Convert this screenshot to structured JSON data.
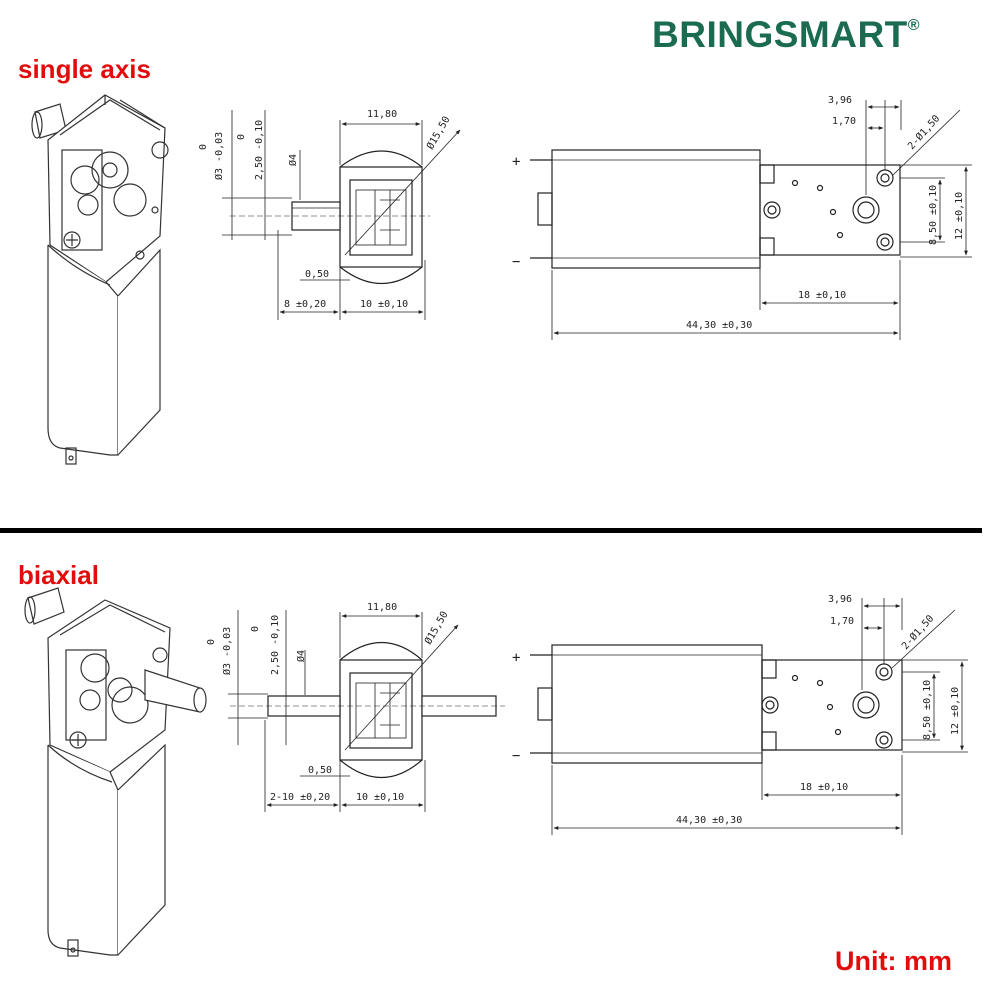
{
  "brand": {
    "name": "BRINGSMART",
    "mark": "®"
  },
  "unit_note": "Unit: mm",
  "sections": [
    {
      "title": "single axis",
      "dims": {
        "width_11_80": "11,80",
        "dia_15_50": "Ø15,50",
        "shaft_dia3_tol_top": "0",
        "shaft_dia3": "Ø3 -0,03",
        "flat_tol_top": "0",
        "flat_2_50": "2,50 -0,10",
        "dia_4": "Ø4",
        "offset_0_50": "0,50",
        "shaft_len": "8 ±0,20",
        "hub_len": "10 ±0,10",
        "d_3_96": "3,96",
        "d_1_70": "1,70",
        "holes": "2-Ø1,50",
        "d_8_50": "8,50 ±0,10",
        "d_12": "12 ±0,10",
        "d_18": "18 ±0,10",
        "d_44_30": "44,30 ±0,30",
        "plus": "+",
        "minus": "−"
      }
    },
    {
      "title": "biaxial",
      "dims": {
        "width_11_80": "11,80",
        "dia_15_50": "Ø15,50",
        "shaft_dia3_tol_top": "0",
        "shaft_dia3": "Ø3 -0,03",
        "flat_tol_top": "0",
        "flat_2_50": "2,50 -0,10",
        "dia_4": "Ø4",
        "offset_0_50": "0,50",
        "shaft_len": "2-10 ±0,20",
        "hub_len": "10 ±0,10",
        "d_3_96": "3,96",
        "d_1_70": "1,70",
        "holes": "2-Ø1,50",
        "d_8_50": "8,50 ±0,10",
        "d_12": "12 ±0,10",
        "d_18": "18 ±0,10",
        "d_44_30": "44,30 ±0,30",
        "plus": "+",
        "minus": "−"
      }
    }
  ],
  "colors": {
    "brand": "#1a6b4f",
    "accent_red": "#e10d0d",
    "line": "#222222"
  }
}
